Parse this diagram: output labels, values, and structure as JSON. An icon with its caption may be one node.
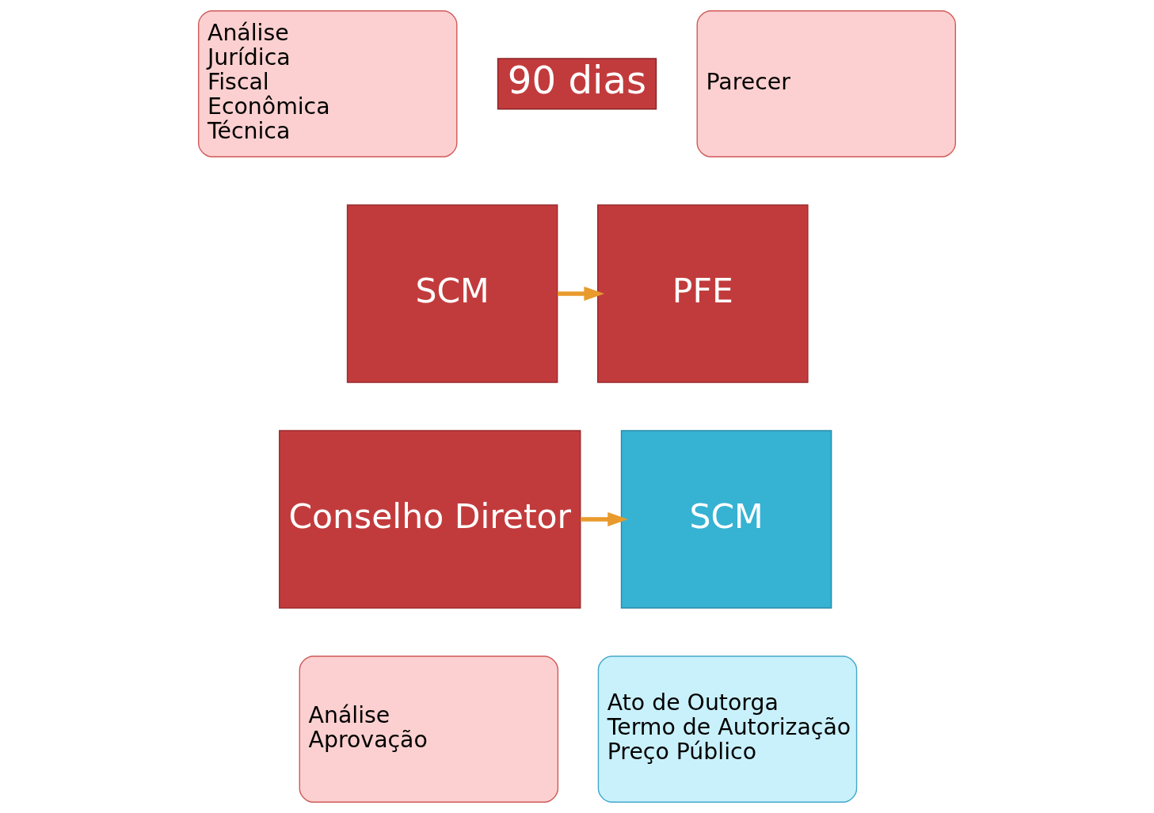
{
  "diagram": {
    "nodes": [
      {
        "text": [
          "Análise",
          "Jurídica",
          "Fiscal",
          "Econômica",
          "Técnica"
        ]
      },
      {
        "text": [
          "90 dias"
        ]
      },
      {
        "text": [
          "Parecer"
        ]
      },
      {
        "text": [
          "SCM"
        ]
      },
      {
        "text": [
          "PFE"
        ]
      },
      {
        "text": [
          "SCM"
        ]
      },
      {
        "text": [
          "Conselho Diretor"
        ]
      },
      {
        "text": [
          "Ato de Outorga",
          "Termo de Autorização",
          "Preço Público"
        ]
      },
      {
        "text": [
          "Análise",
          "Aprovação"
        ]
      }
    ],
    "edges": [
      {
        "from": 3,
        "to": 4,
        "arrow": "to"
      },
      {
        "from": 6,
        "to": 5,
        "arrow": "to"
      }
    ]
  }
}
